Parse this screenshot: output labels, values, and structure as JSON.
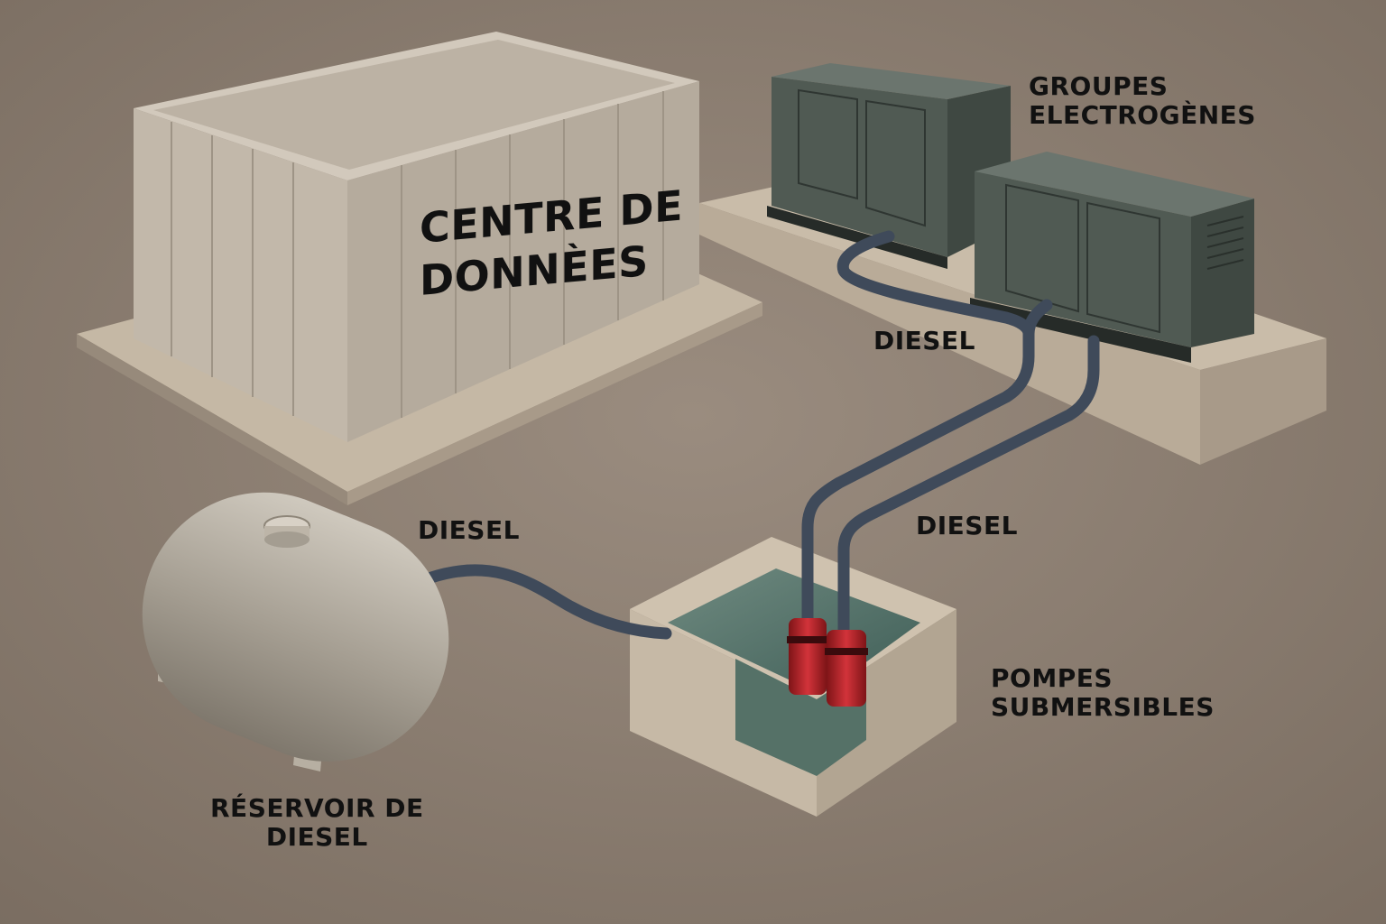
{
  "labels": {
    "datacenter": [
      "CENTRE DE",
      "DONNÈES"
    ],
    "generators": [
      "GROUPES",
      "ELECTROGÈNES"
    ],
    "diesel_upper": "DIESEL",
    "diesel_tank_pipe": "DIESEL",
    "diesel_pit_pipe": "DIESEL",
    "pumps": [
      "POMPES",
      "SUBMERSIBLES"
    ],
    "tank": [
      "RÉSERVOIR DE",
      "DIESEL"
    ]
  },
  "colors": {
    "ground": "#8d7f72",
    "concrete": "#c9bca9",
    "building_front": "#b9ae9f",
    "generator": "#4c5650",
    "pipe": "#3f4a5a",
    "pump": "#c0262b",
    "water": "#5f7d73",
    "tank": "#a9a296"
  }
}
